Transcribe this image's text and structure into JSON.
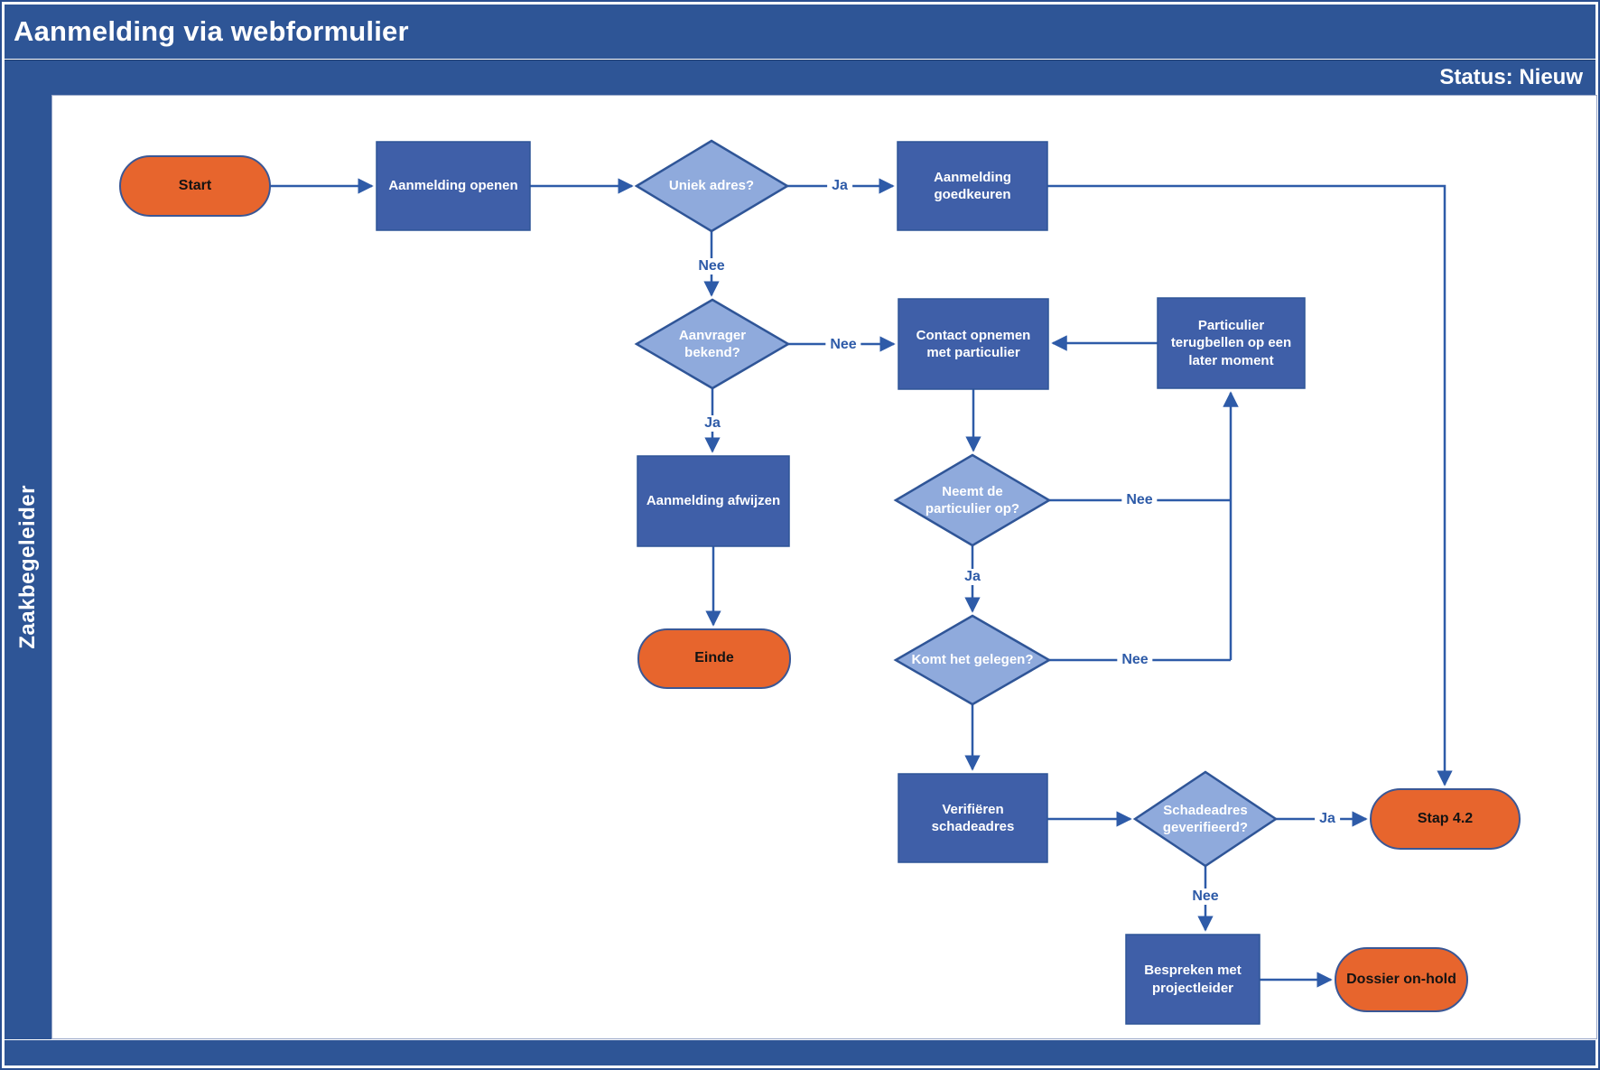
{
  "header": {
    "title": "Aanmelding via webformulier",
    "status": "Status: Nieuw"
  },
  "lane": {
    "label": "Zaakbegeleider"
  },
  "colors": {
    "band_blue": "#2e5596",
    "process_fill": "#3f5fa8",
    "decision_fill": "#8faadc",
    "terminator_fill": "#e7652d",
    "connector_blue": "#2e5ba8",
    "node_text_light": "#ffffff",
    "terminator_text": "#131313"
  },
  "nodes": {
    "start": {
      "type": "terminator",
      "label": "Start"
    },
    "aanmelding_openen": {
      "type": "process",
      "label": "Aanmelding openen"
    },
    "uniek_adres": {
      "type": "decision",
      "label": "Uniek adres?"
    },
    "aanmelding_goedkeuren": {
      "type": "process",
      "label": "Aanmelding goedkeuren"
    },
    "aanvrager_bekend": {
      "type": "decision",
      "label": "Aanvrager bekend?"
    },
    "contact_opnemen": {
      "type": "process",
      "label": "Contact opnemen met particulier"
    },
    "particulier_terugbellen": {
      "type": "process",
      "label": "Particulier terugbellen op een later moment"
    },
    "aanmelding_afwijzen": {
      "type": "process",
      "label": "Aanmelding afwijzen"
    },
    "einde": {
      "type": "terminator",
      "label": "Einde"
    },
    "neemt_particulier_op": {
      "type": "decision",
      "label": "Neemt de particulier op?"
    },
    "komt_gelegen": {
      "type": "decision",
      "label": "Komt het gelegen?"
    },
    "verifieren_schadeadres": {
      "type": "process",
      "label": "Verifiëren schadeadres"
    },
    "schadeadres_geverifieerd": {
      "type": "decision",
      "label": "Schadeadres geverifieerd?"
    },
    "stap_4_2": {
      "type": "terminator",
      "label": "Stap 4.2"
    },
    "bespreken_projectleider": {
      "type": "process",
      "label": "Bespreken met projectleider"
    },
    "dossier_on_hold": {
      "type": "terminator",
      "label": "Dossier on-hold"
    }
  },
  "edge_labels": {
    "uniek_ja": "Ja",
    "uniek_nee": "Nee",
    "aanvrager_nee": "Nee",
    "aanvrager_ja": "Ja",
    "neemt_nee": "Nee",
    "neemt_ja": "Ja",
    "komt_nee": "Nee",
    "schade_ja": "Ja",
    "schade_nee": "Nee"
  },
  "connections": [
    {
      "from": "start",
      "to": "aanmelding_openen",
      "label": ""
    },
    {
      "from": "aanmelding_openen",
      "to": "uniek_adres",
      "label": ""
    },
    {
      "from": "uniek_adres",
      "to": "aanmelding_goedkeuren",
      "label": "Ja"
    },
    {
      "from": "uniek_adres",
      "to": "aanvrager_bekend",
      "label": "Nee"
    },
    {
      "from": "aanmelding_goedkeuren",
      "to": "stap_4_2",
      "label": ""
    },
    {
      "from": "aanvrager_bekend",
      "to": "contact_opnemen",
      "label": "Nee"
    },
    {
      "from": "aanvrager_bekend",
      "to": "aanmelding_afwijzen",
      "label": "Ja"
    },
    {
      "from": "aanmelding_afwijzen",
      "to": "einde",
      "label": ""
    },
    {
      "from": "contact_opnemen",
      "to": "neemt_particulier_op",
      "label": ""
    },
    {
      "from": "neemt_particulier_op",
      "to": "particulier_terugbellen",
      "label": "Nee"
    },
    {
      "from": "neemt_particulier_op",
      "to": "komt_gelegen",
      "label": "Ja"
    },
    {
      "from": "komt_gelegen",
      "to": "particulier_terugbellen",
      "label": "Nee"
    },
    {
      "from": "komt_gelegen",
      "to": "verifieren_schadeadres",
      "label": ""
    },
    {
      "from": "particulier_terugbellen",
      "to": "contact_opnemen",
      "label": ""
    },
    {
      "from": "verifieren_schadeadres",
      "to": "schadeadres_geverifieerd",
      "label": ""
    },
    {
      "from": "schadeadres_geverifieerd",
      "to": "stap_4_2",
      "label": "Ja"
    },
    {
      "from": "schadeadres_geverifieerd",
      "to": "bespreken_projectleider",
      "label": "Nee"
    },
    {
      "from": "bespreken_projectleider",
      "to": "dossier_on_hold",
      "label": ""
    }
  ]
}
